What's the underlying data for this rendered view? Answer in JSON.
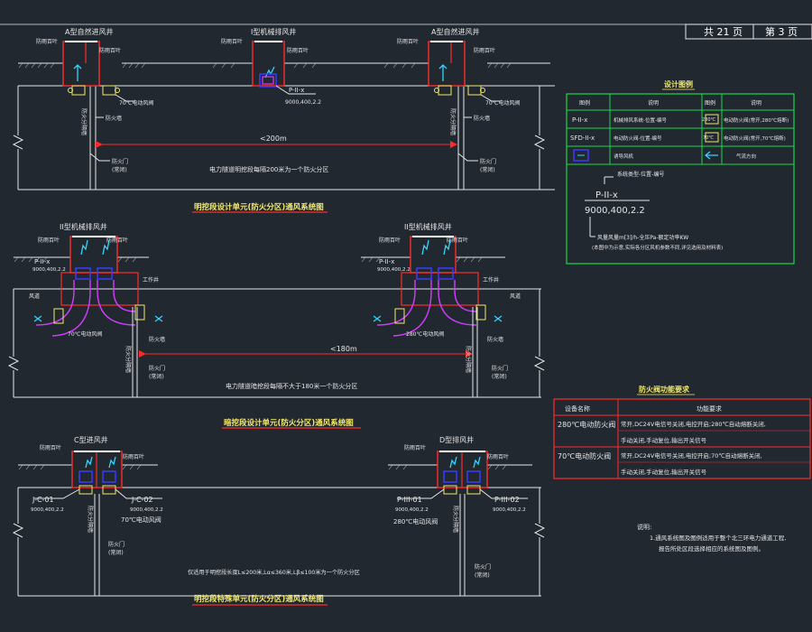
{
  "page_box": {
    "total": "共 21 页",
    "current": "第 3 页"
  },
  "sections": {
    "s1": {
      "title": "明挖段设计单元(防火分区)通风系统图",
      "shaft_left": "A型自然进风井",
      "shaft_mid": "I型机械排风井",
      "shaft_right": "A型自然进风井",
      "louver_labels": [
        "防雨百叶",
        "防雨百叶",
        "防雨百叶",
        "防雨百叶",
        "防雨百叶",
        "防雨百叶"
      ],
      "fan_tag": "P-II-x",
      "fan_spec": "9000,400,2.2",
      "damper_left": "70℃电动风阀",
      "damper_right": "70℃电动风阀",
      "fire_door_l": "防火门",
      "fire_door_r": "防火门",
      "fire_door_l2": "(常闭)",
      "fire_door_r2": "(常闭)",
      "fire_door_l3": "防火门",
      "fire_door_r3": "防火门",
      "wall_l": "防火墙",
      "wall_r": "防火墙",
      "wall_l_v": "防火分隔墙",
      "wall_r_v": "防火分隔墙",
      "distance": "<200m",
      "note": "电力隧道明挖段每隔200米为一个防火分区"
    },
    "s2": {
      "title": "暗挖段设计单元(防火分区)通风系统图",
      "shaft_left": "II型机械排风井",
      "shaft_right": "II型机械排风井",
      "louver_labels": [
        "防雨百叶",
        "防雨百叶",
        "防雨百叶",
        "防雨百叶"
      ],
      "fan_left": "P-II-x",
      "fan_left_spec": "9000,400,2.2",
      "fan_right": "P-II-x",
      "fan_right_spec": "9000,400,2.2",
      "work_l": "工作井",
      "work_r": "工作井",
      "duct_l": "风道",
      "duct_r": "风道",
      "damper_l": "70℃电动风阀",
      "damper_r": "280℃电动风阀",
      "fire_door_l": "防火门",
      "fire_door_r": "防火门",
      "fire_door_l2": "(常闭)",
      "fire_door_r2": "(常闭)",
      "wall_l": "防火墙",
      "wall_r": "防火墙",
      "wall_l_v": "防火分隔墙",
      "wall_r_v": "防火分隔墙",
      "distance": "<180m",
      "note": "电力隧道暗挖段每隔不大于180米一个防火分区"
    },
    "s3": {
      "title": "明挖段特殊单元(防火分区)通风系统图",
      "shaft_left": "C型进风井",
      "shaft_right": "D型排风井",
      "louver_labels": [
        "防雨百叶",
        "防雨百叶",
        "防雨百叶",
        "防雨百叶"
      ],
      "tag_l1": "J-C-01",
      "tag_l1_spec": "9000,400,2.2",
      "tag_l2": "J-C-02",
      "tag_l2_spec": "9000,400,2.2",
      "tag_r1": "P-III-01",
      "tag_r1_spec": "9000,400,2.2",
      "tag_r2": "P-III-02",
      "tag_r2_spec": "9000,400,2.2",
      "damper_l": "70℃电动风阀",
      "damper_r": "280℃电动风阀",
      "wall_l_v": "防火分隔墙",
      "wall_r_v": "防火分隔墙",
      "fire_door_l": "防火门",
      "fire_door_r": "防火门",
      "fire_door_l2": "(常闭)",
      "fire_door_r2": "(常闭)",
      "note": "仅适用于明挖段长度L≤200米,Lα≤360米,Lβ≤100米为一个防火分区"
    }
  },
  "legend": {
    "title": "设计图例",
    "headers": [
      "图例",
      "说明",
      "图例",
      "说明"
    ],
    "rows": [
      {
        "sym1": "P-II-x",
        "desc1": "机械排风系统-位置-编号",
        "sym2": "280℃",
        "desc2": "电动防火阀(常开,280℃熔断)"
      },
      {
        "sym1": "SFD-II-x",
        "desc1": "电动防火阀-位置-编号",
        "sym2": "70℃",
        "desc2": "电动防火阀(常开,70℃熔断)"
      },
      {
        "sym1": "",
        "desc1": "诱导风机",
        "sym2": "",
        "desc2": "气流方向"
      }
    ],
    "tag_caption": "系统类型-位置-编号",
    "tag_example": "P-II-x",
    "spec_example": "9000,400,2.2",
    "spec_caption1": "风量风量m[3]/h-全压Pa-额定功率KW",
    "spec_caption2": "(本图中为示意,实际各分区风机参数不同,详见选用及材料表)"
  },
  "damper_table": {
    "title": "防火阀功能要求",
    "headers": [
      "设备名称",
      "功能要求"
    ],
    "rows": [
      {
        "name": "280℃电动防火阀",
        "req1": "常开,DC24V电信号关闭,电控开启;280℃自动熔断关闭,",
        "req2": "手动关闭,手动复位,输出开关信号"
      },
      {
        "name": "70℃电动防火阀",
        "req1": "常开,DC24V电信号关闭,电控开启;70℃自动熔断关闭,",
        "req2": "手动关闭,手动复位,输出开关信号"
      }
    ]
  },
  "notes": {
    "title": "说明:",
    "line1": "1.通风系统图及图例适用于整个北三环电力通道工程,",
    "line2": "报告所处区段选择相应的系统图及图例。"
  },
  "colors": {
    "background": "#212830",
    "red": "#ff2b2b",
    "green": "#19d94a",
    "magenta": "#d23cff",
    "yellow": "#f2e86a",
    "cyan": "#33d6ff",
    "blue": "#3b3bff"
  }
}
